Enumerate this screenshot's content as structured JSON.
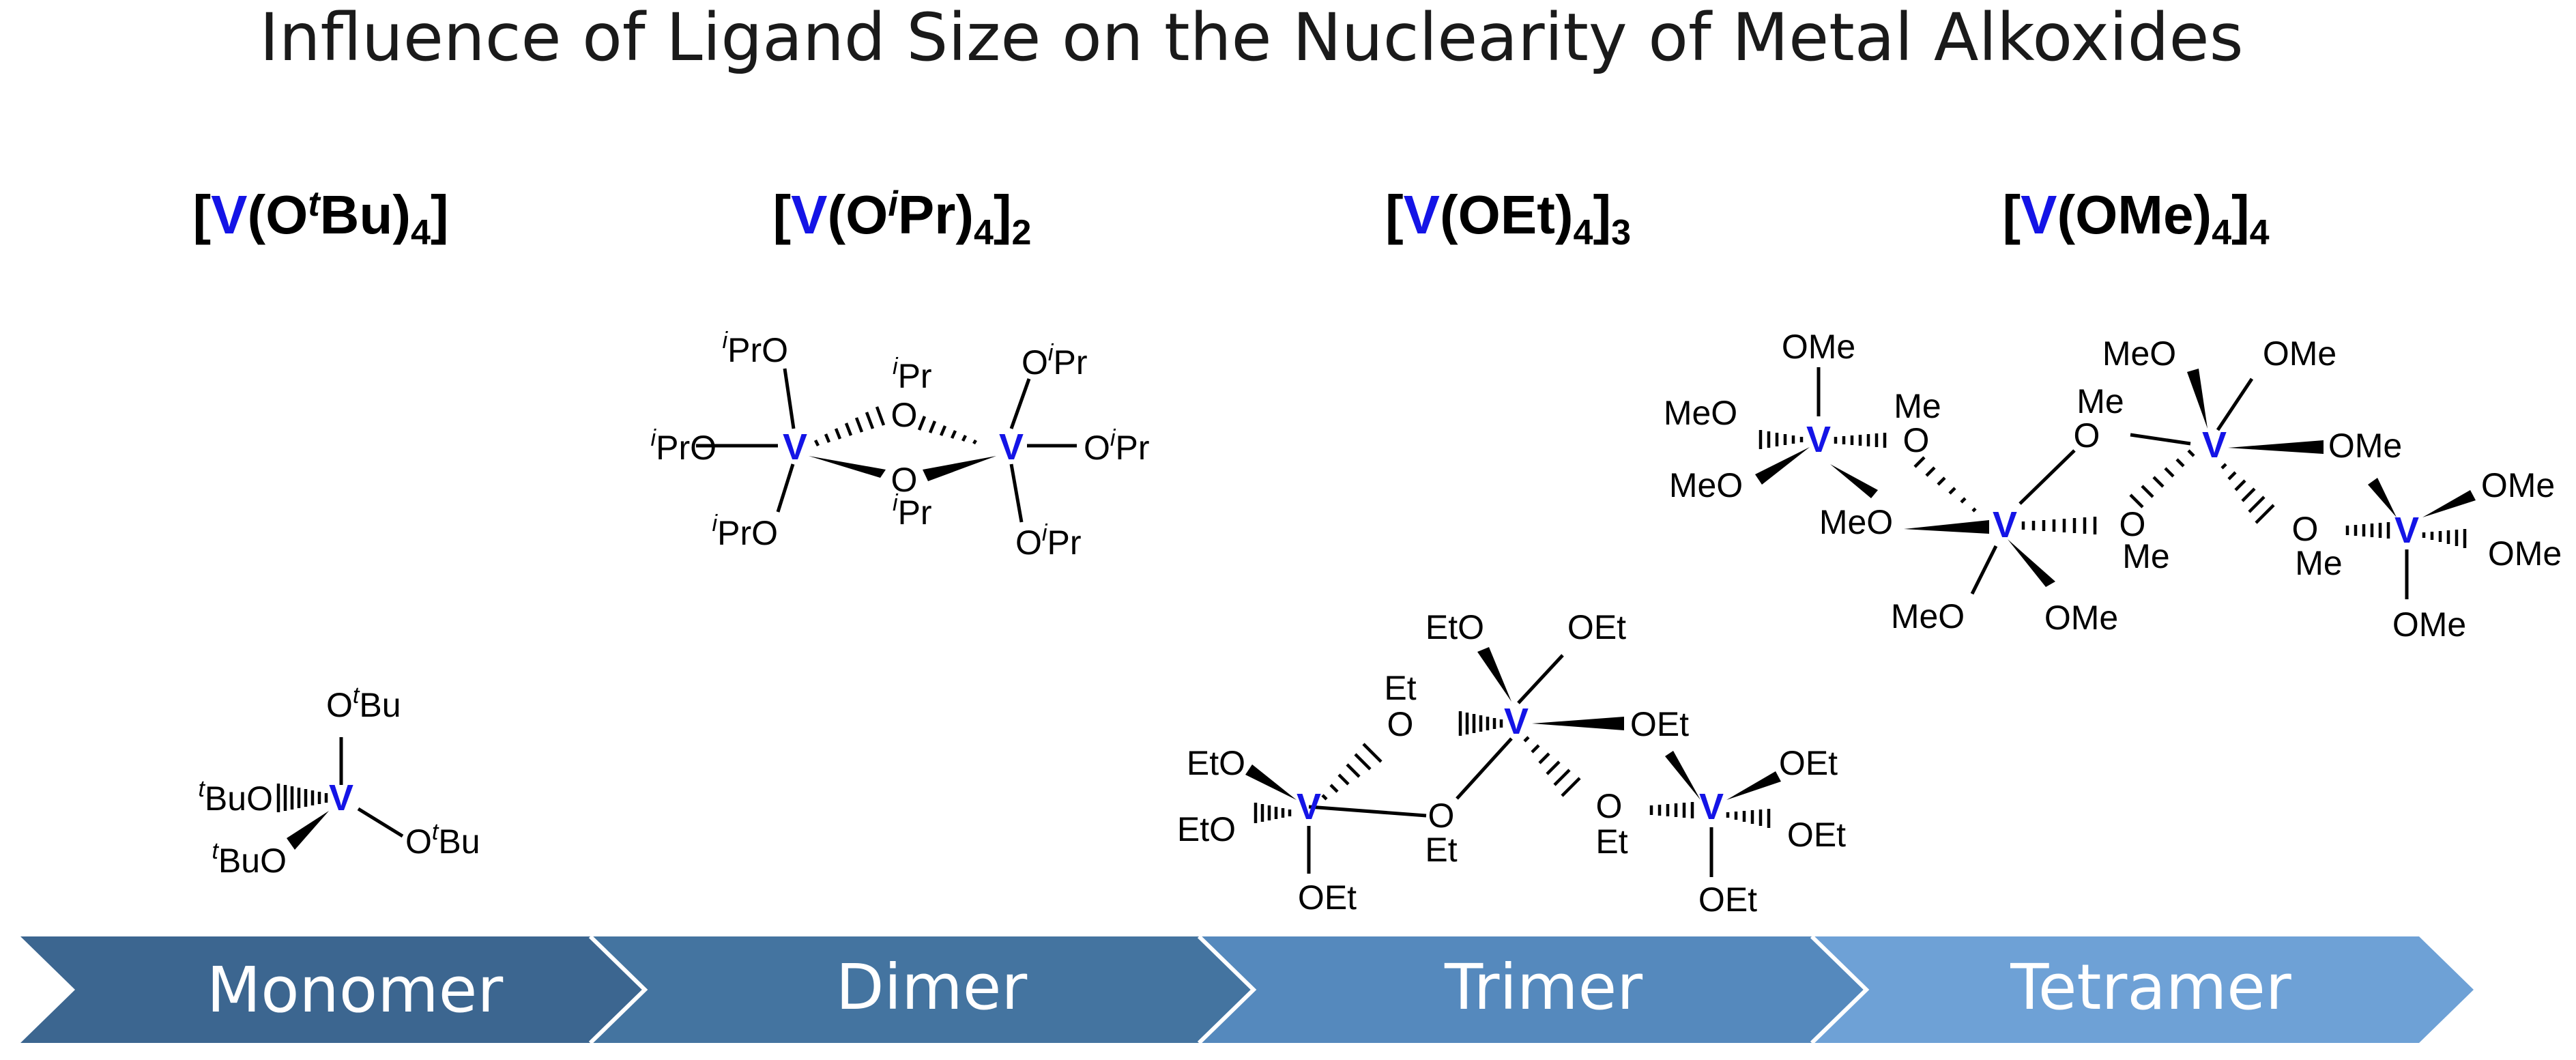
{
  "title": "Influence of Ligand Size on the Nuclearity of Metal Alkoxides",
  "metal_color": "#1414e6",
  "formulas": {
    "monomer": {
      "open": "[",
      "metal": "V",
      "ligand": "(O",
      "sup": "t",
      "tail": "Bu)",
      "sub1": "4",
      "close": "]",
      "sub2": ""
    },
    "dimer": {
      "open": "[",
      "metal": "V",
      "ligand": "(O",
      "sup": "i",
      "tail": "Pr)",
      "sub1": "4",
      "close": "]",
      "sub2": "2"
    },
    "trimer": {
      "open": "[",
      "metal": "V",
      "ligand": "(OEt)",
      "sub1": "4",
      "close": "]",
      "sub2": "3"
    },
    "tetramer": {
      "open": "[",
      "metal": "V",
      "ligand": "(OMe)",
      "sub1": "4",
      "close": "]",
      "sub2": "4"
    }
  },
  "atoms": {
    "V": "V",
    "O": "O",
    "tBu": {
      "sup": "t",
      "base": "Bu"
    },
    "iPr": {
      "sup": "i",
      "base": "Pr"
    },
    "Et": "Et",
    "Me": "Me",
    "EtO": "EtO",
    "OEt": "OEt",
    "MeO": "MeO",
    "OMe": "OMe"
  },
  "stages": [
    {
      "label": "Monomer",
      "color": "#3c6690"
    },
    {
      "label": "Dimer",
      "color": "#4474a0"
    },
    {
      "label": "Trimer",
      "color": "#5589bd"
    },
    {
      "label": "Tetramer",
      "color": "#6ea1d6"
    }
  ]
}
